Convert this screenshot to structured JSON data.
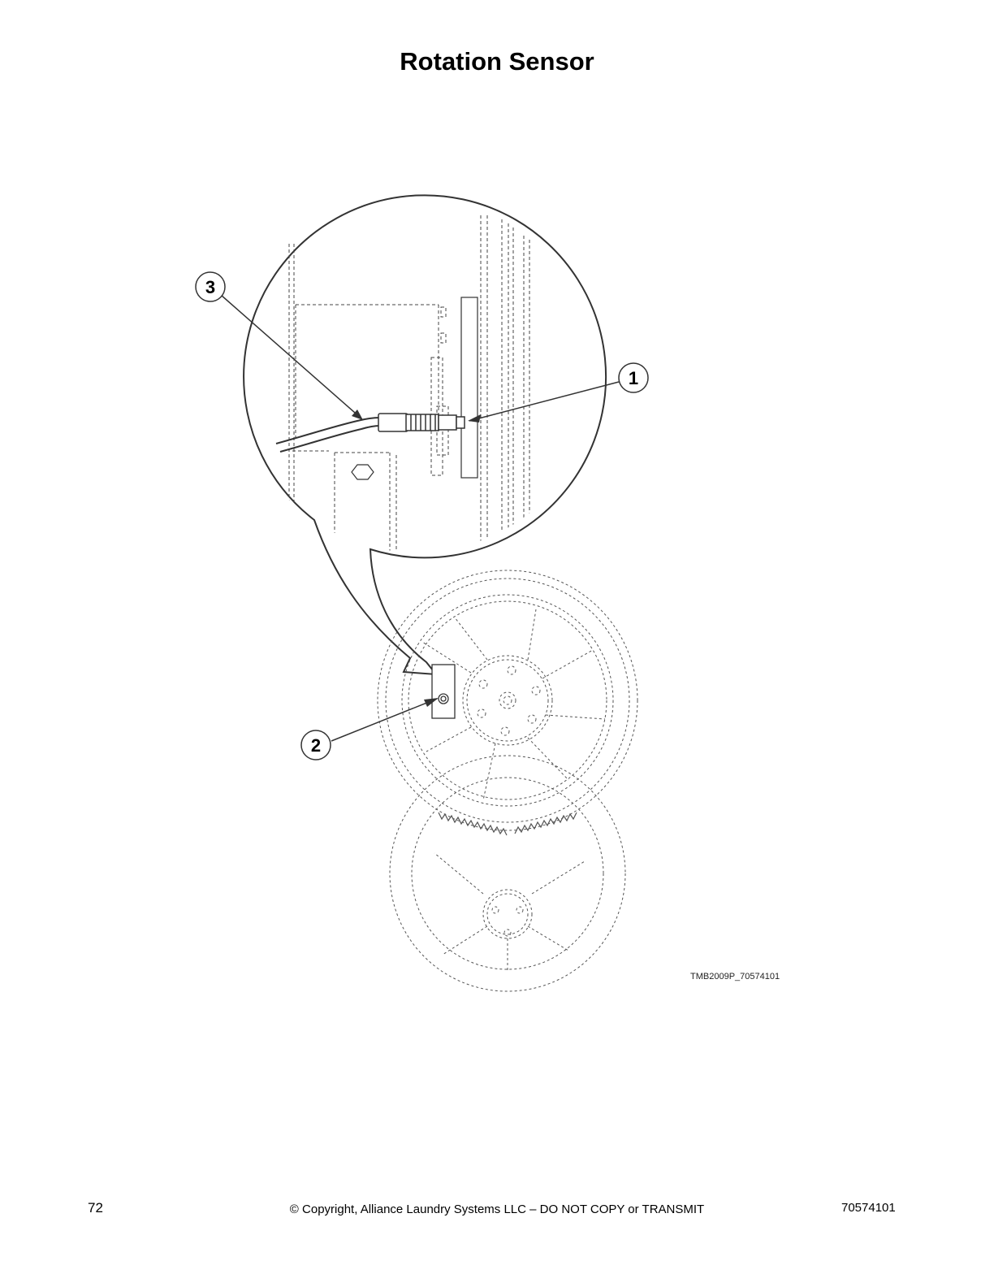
{
  "page": {
    "title": "Rotation Sensor"
  },
  "figure": {
    "id_label": "TMB2009P_70574101",
    "callouts": [
      {
        "number": "1"
      },
      {
        "number": "2"
      },
      {
        "number": "3"
      }
    ]
  },
  "footer": {
    "page_number": "72",
    "copyright": "© Copyright, Alliance Laundry Systems LLC – DO NOT COPY or TRANSMIT",
    "document_number": "70574101"
  }
}
